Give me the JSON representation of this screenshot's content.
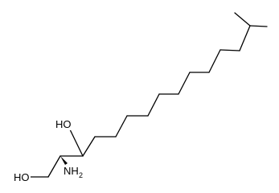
{
  "structure": {
    "atoms": {
      "oh_top": "HO",
      "oh_bottom": "HO",
      "amine_main": "NH",
      "amine_sub": "2"
    },
    "colors": {
      "bond": "#000000",
      "background": "#ffffff"
    }
  }
}
